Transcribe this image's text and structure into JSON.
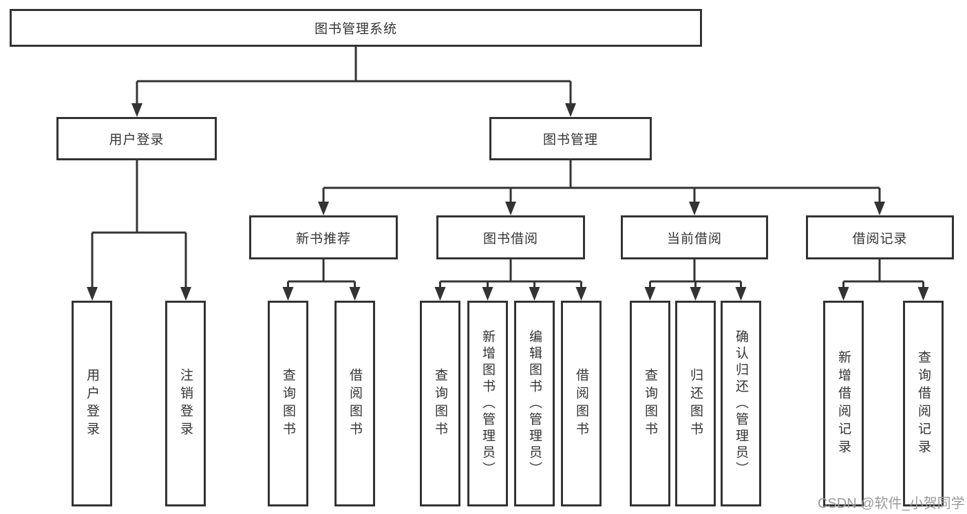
{
  "diagram_title": "图书管理系统",
  "colors": {
    "line": "#333333",
    "box_border": "#333333",
    "box_background": "#ffffff",
    "text": "#333333",
    "watermark_text": "#9a9a9a",
    "page_background": "#ffffff"
  },
  "tree": {
    "root": {
      "label": "图书管理系统"
    },
    "branches": [
      {
        "label": "用户登录",
        "children": [
          "用户登录",
          "注销登录"
        ]
      },
      {
        "label": "图书管理",
        "children": [
          {
            "label": "新书推荐",
            "children": [
              "查询图书",
              "借阅图书"
            ]
          },
          {
            "label": "图书借阅",
            "children": [
              "查询图书",
              "新增图书（管理员）",
              "编辑图书（管理员）",
              "借阅图书"
            ]
          },
          {
            "label": "当前借阅",
            "children": [
              "查询图书",
              "归还图书",
              "确认归还（管理员）"
            ]
          },
          {
            "label": "借阅记录",
            "children": [
              "新增借阅记录",
              "查询借阅记录"
            ]
          }
        ]
      }
    ]
  },
  "watermark": "CSDN @软件_小贺同学"
}
